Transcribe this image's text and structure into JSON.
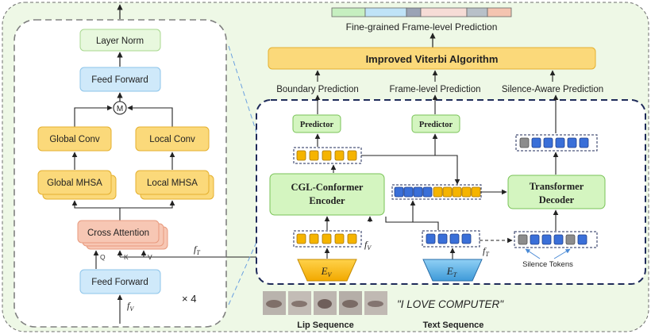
{
  "left_block": {
    "layer_norm": "Layer Norm",
    "feed_forward_top": "Feed Forward",
    "merge_symbol": "M",
    "global_conv": "Global Conv",
    "local_conv": "Local Conv",
    "global_mhsa": "Global MHSA",
    "local_mhsa": "Local MHSA",
    "cross_attention": "Cross Attention",
    "q": "Q",
    "k": "K",
    "v": "V",
    "feed_forward_bottom": "Feed Forward",
    "repeat": "× 4",
    "f_v": "f",
    "f_v_sub": "V",
    "f_t": "f",
    "f_t_sub": "T"
  },
  "top": {
    "fine_grained": "Fine-grained Frame-level Prediction",
    "viterbi": "Improved Viterbi Algorithm",
    "boundary_pred": "Boundary Prediction",
    "frame_pred": "Frame-level Prediction",
    "silence_pred": "Silence-Aware Prediction",
    "bar_colors": [
      "#c6efc0",
      "#bfe3f7",
      "#9aa3b5",
      "#f6dcd6",
      "#b8c0c8",
      "#f4c4b0"
    ]
  },
  "main_block": {
    "predictor_1": "Predictor",
    "predictor_2": "Predictor",
    "cgl_line1": "CGL-Conformer",
    "cgl_line2": "Encoder",
    "transformer_line1": "Transformer",
    "transformer_line2": "Decoder",
    "ev": "E",
    "ev_sub": "V",
    "et": "E",
    "et_sub": "T",
    "fv": "f",
    "fv_sub": "V",
    "ft": "f",
    "ft_sub": "T",
    "silence_tokens": "Silence Tokens",
    "quote": "\"I LOVE COMPUTER\"",
    "lip_sequence": "Lip Sequence",
    "text_sequence": "Text Sequence"
  },
  "colors": {
    "orange_token": "#f5b400",
    "blue_token": "#3a6fd8",
    "gray_token": "#8c8c8c",
    "green_box": "#d4f5c0",
    "yellow_box": "#fbd97a",
    "salmon_box": "#f7c7b4",
    "light_blue_box": "#cfe9fa",
    "outer_bg": "#eef8e6"
  }
}
